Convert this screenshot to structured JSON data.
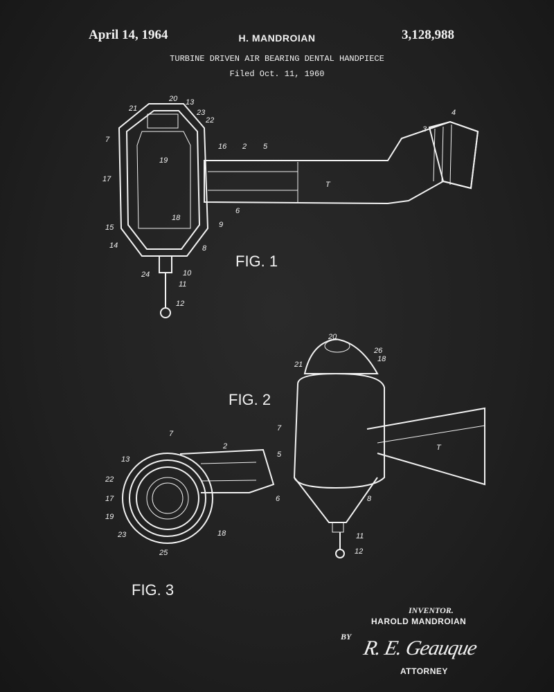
{
  "header": {
    "date": "April 14, 1964",
    "inventor": "H. MANDROIAN",
    "patent_number": "3,128,988",
    "title": "TURBINE DRIVEN AIR BEARING DENTAL HANDPIECE",
    "filed": "Filed Oct. 11, 1960"
  },
  "figures": {
    "fig1": {
      "label": "FIG. 1",
      "refs": [
        "20",
        "13",
        "21",
        "23",
        "22",
        "7",
        "16",
        "2",
        "5",
        "4",
        "3",
        "19",
        "17",
        "T",
        "18",
        "6",
        "15",
        "9",
        "14",
        "8",
        "24",
        "10",
        "11",
        "12"
      ]
    },
    "fig2": {
      "label": "FIG. 2",
      "refs": [
        "20",
        "26",
        "21",
        "18",
        "7",
        "T",
        "8",
        "11",
        "12"
      ]
    },
    "fig3": {
      "label": "FIG. 3",
      "refs": [
        "7",
        "2",
        "13",
        "5",
        "22",
        "17",
        "19",
        "6",
        "23",
        "18",
        "25"
      ]
    }
  },
  "signature": {
    "inventor_label": "INVENTOR.",
    "inventor_name": "HAROLD MANDROIAN",
    "by": "BY",
    "attorney_signature": "R. E. Geauque",
    "attorney_label": "ATTORNEY"
  }
}
